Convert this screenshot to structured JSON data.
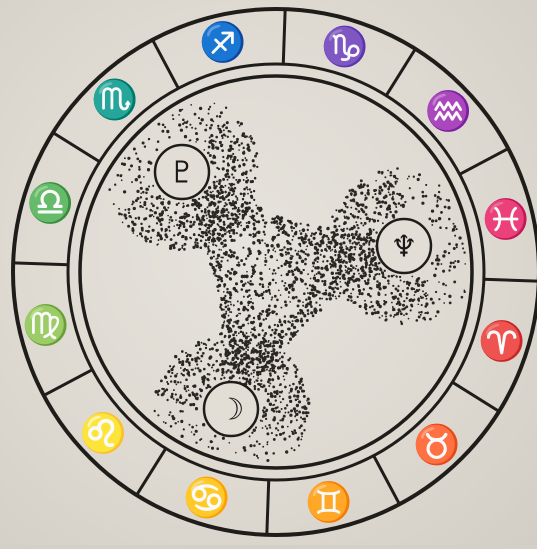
{
  "colors": {
    "paper": "#e2ded6",
    "ink": "#1f1d1a",
    "stipple": "#2a2723"
  },
  "zodiac": {
    "signs": [
      {
        "name": "sagittarius",
        "glyph": "♐"
      },
      {
        "name": "capricorn",
        "glyph": "♑"
      },
      {
        "name": "aquarius",
        "glyph": "♒"
      },
      {
        "name": "pisces",
        "glyph": "♓"
      },
      {
        "name": "aries",
        "glyph": "♈"
      },
      {
        "name": "taurus",
        "glyph": "♉"
      },
      {
        "name": "gemini",
        "glyph": "♊"
      },
      {
        "name": "cancer",
        "glyph": "♋"
      },
      {
        "name": "leo",
        "glyph": "♌"
      },
      {
        "name": "virgo",
        "glyph": "♍"
      },
      {
        "name": "libra",
        "glyph": "♎"
      },
      {
        "name": "scorpio",
        "glyph": "♏"
      }
    ]
  },
  "planets": [
    {
      "name": "pluto",
      "glyph": "♇"
    },
    {
      "name": "neptune",
      "glyph": "♆"
    },
    {
      "name": "moon",
      "glyph": "☽"
    }
  ]
}
